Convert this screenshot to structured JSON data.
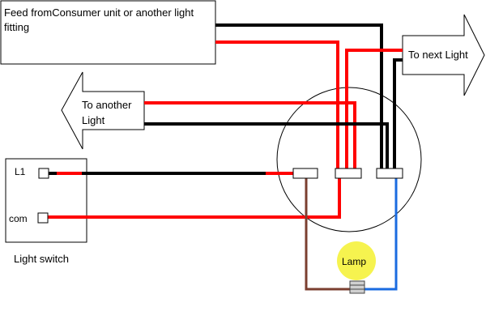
{
  "feed_box": {
    "text": "Feed fromConsumer unit or another light fitting"
  },
  "next_light_arrow": {
    "text": "To next Light"
  },
  "another_light_arrow": {
    "text": "To another Light"
  },
  "light_switch": {
    "caption": "Light switch",
    "terminal_l1": "L1",
    "terminal_com": "com"
  },
  "lamp": {
    "label": "Lamp",
    "color": "#f6f34f"
  },
  "wire_colors": {
    "live": "#ff0000",
    "neutral": "#000000",
    "switched_live": "#7b3f30",
    "lamp_return": "#1a6be0"
  }
}
